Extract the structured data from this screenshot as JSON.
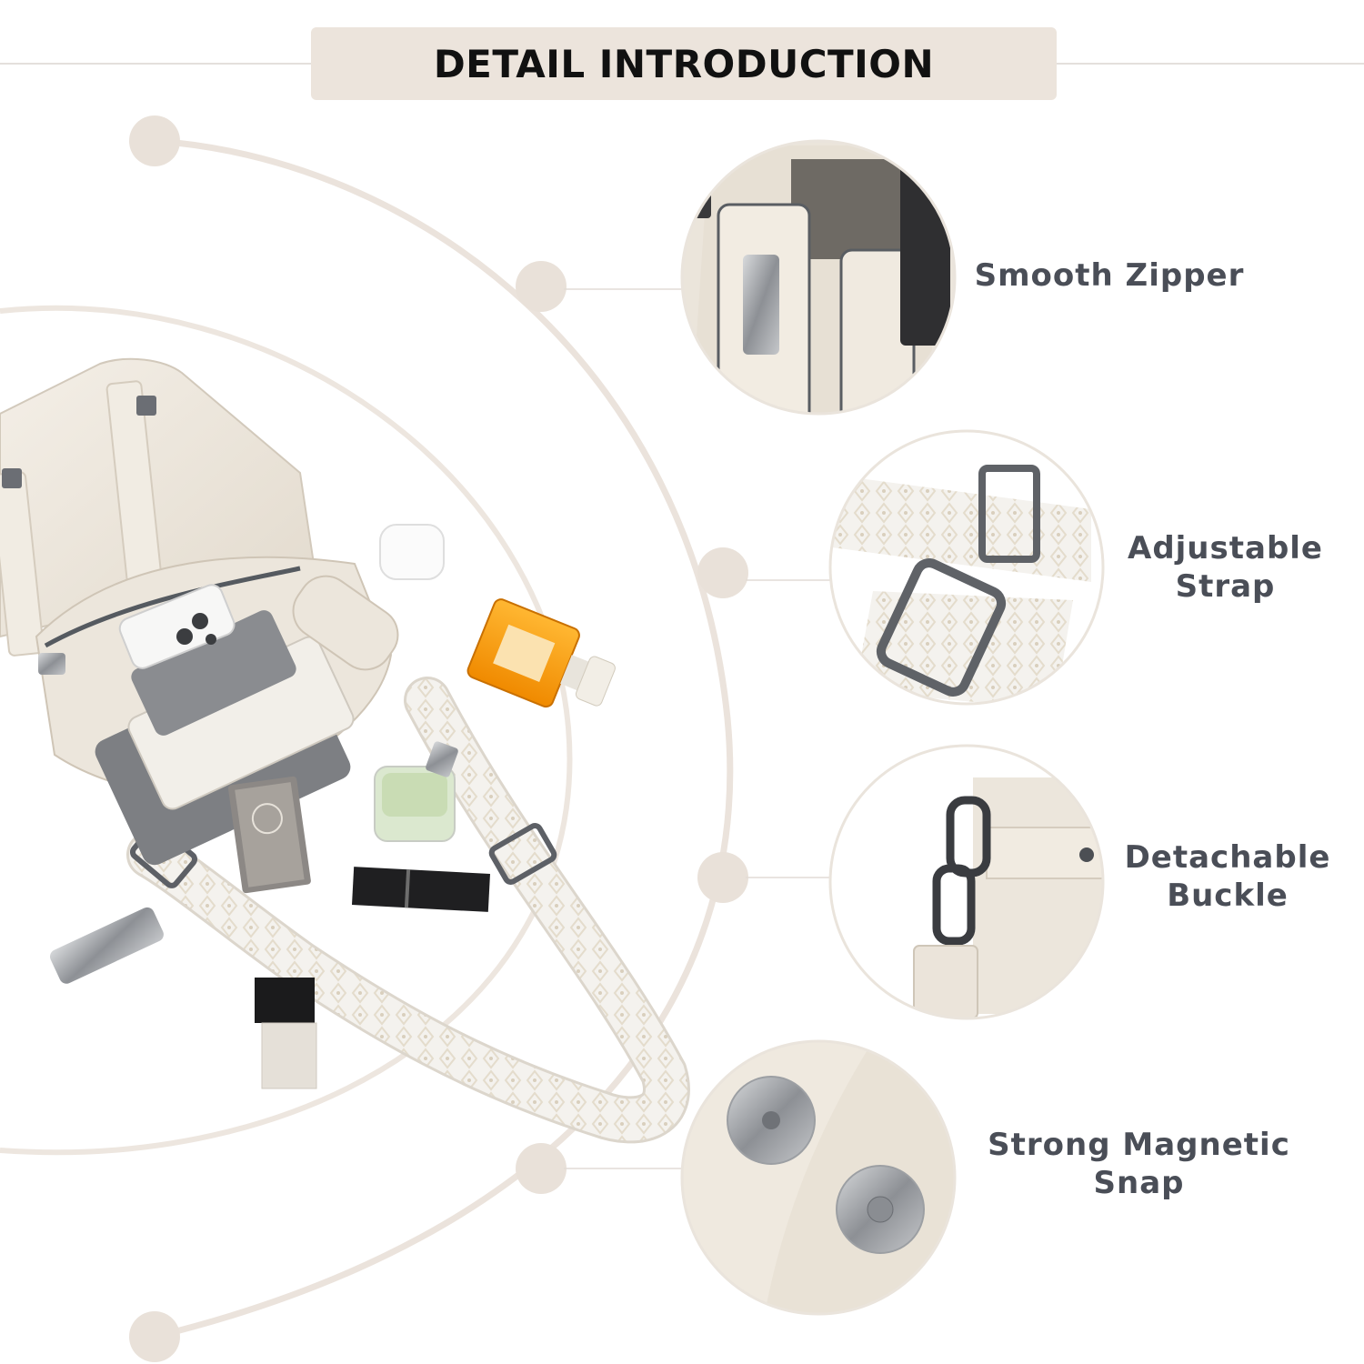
{
  "banner": {
    "title": "DETAIL INTRODUCTION"
  },
  "features": [
    {
      "id": "zipper",
      "lines": [
        "Smooth Zipper"
      ],
      "icon": "zipper-closeup"
    },
    {
      "id": "strap",
      "lines": [
        "Adjustable",
        "Strap"
      ],
      "icon": "strap-buckle-closeup"
    },
    {
      "id": "buckle",
      "lines": [
        "Detachable",
        "Buckle"
      ],
      "icon": "swivel-clasp-closeup"
    },
    {
      "id": "snap",
      "lines": [
        "Strong Magnetic",
        "Snap"
      ],
      "icon": "magnetic-snap-closeup"
    }
  ],
  "colors": {
    "banner_bg": "#ece4dc",
    "arc": "#ebe3dc",
    "dot": "#e8e0d8",
    "leather": "#ebe5db",
    "label_text": "#4a4e57",
    "title_text": "#111111"
  }
}
